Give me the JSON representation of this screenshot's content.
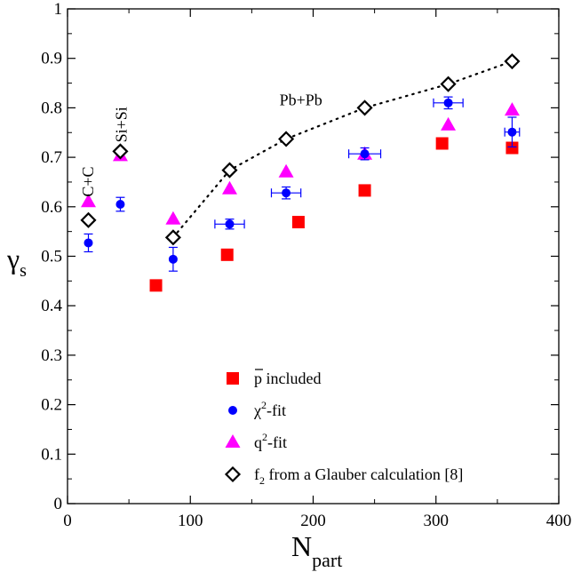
{
  "chart_data": {
    "type": "scatter",
    "xlabel": "N",
    "xlabel_sub": "part",
    "ylabel": "γ",
    "ylabel_sub": "s",
    "xlim": [
      0,
      400
    ],
    "ylim": [
      0,
      1
    ],
    "x_ticks": [
      0,
      100,
      200,
      300,
      400
    ],
    "x_tick_labels": [
      "0",
      "100",
      "200",
      "300",
      "400"
    ],
    "y_ticks": [
      0,
      0.1,
      0.2,
      0.3,
      0.4,
      0.5,
      0.6,
      0.7,
      0.8,
      0.9,
      1
    ],
    "y_tick_labels": [
      "0",
      "0.1",
      "0.2",
      "0.3",
      "0.4",
      "0.5",
      "0.6",
      "0.7",
      "0.8",
      "0.9",
      "1"
    ],
    "grid": false,
    "legend_position": "bottom-right",
    "annotations": [
      {
        "text": "C+C",
        "x": 18,
        "y": 0.62,
        "rotate": -90
      },
      {
        "text": "Si+Si",
        "x": 45,
        "y": 0.73,
        "rotate": -90
      },
      {
        "text": "Pb+Pb",
        "x": 190,
        "y": 0.805,
        "rotate": 0
      }
    ],
    "series": [
      {
        "name": "p̄ included",
        "legend_main": "p",
        "legend_suffix": " included",
        "marker": "square",
        "color": "#ff0000",
        "x": [
          72,
          130,
          188,
          242,
          305,
          362
        ],
        "y": [
          0.441,
          0.503,
          0.569,
          0.633,
          0.728,
          0.719
        ]
      },
      {
        "name": "χ2-fit",
        "legend_main": "χ",
        "legend_sup": "2",
        "legend_suffix": "-fit",
        "marker": "circle",
        "color": "#0000ff",
        "x": [
          17,
          43,
          86,
          132,
          178,
          242,
          310,
          362
        ],
        "y": [
          0.527,
          0.605,
          0.494,
          0.565,
          0.628,
          0.707,
          0.81,
          0.751
        ],
        "xerr": [
          0,
          0,
          0,
          12,
          12,
          13,
          12,
          6
        ],
        "yerr": [
          0.018,
          0.014,
          0.024,
          0.01,
          0.012,
          0.012,
          0.012,
          0.03
        ]
      },
      {
        "name": "q2-fit",
        "legend_main": "q",
        "legend_sup": "2",
        "legend_suffix": "-fit",
        "marker": "triangle",
        "color": "#ff00ff",
        "x": [
          17,
          43,
          86,
          132,
          178,
          242,
          310,
          362
        ],
        "y": [
          0.61,
          0.703,
          0.575,
          0.636,
          0.67,
          0.706,
          0.765,
          0.795
        ]
      },
      {
        "name": "f2 from a Glauber calculation [8]",
        "legend_main": "f",
        "legend_sub": "2",
        "legend_suffix": " from a Glauber calculation [8]",
        "marker": "diamond",
        "color": "#000000",
        "x": [
          17,
          43,
          86,
          132,
          178,
          242,
          310,
          362
        ],
        "y": [
          0.573,
          0.712,
          0.538,
          0.674,
          0.737,
          0.8,
          0.848,
          0.894
        ]
      }
    ],
    "dotted_curve": {
      "x": [
        86,
        132,
        178,
        242,
        310,
        362
      ],
      "y": [
        0.538,
        0.674,
        0.737,
        0.8,
        0.848,
        0.894
      ]
    }
  }
}
